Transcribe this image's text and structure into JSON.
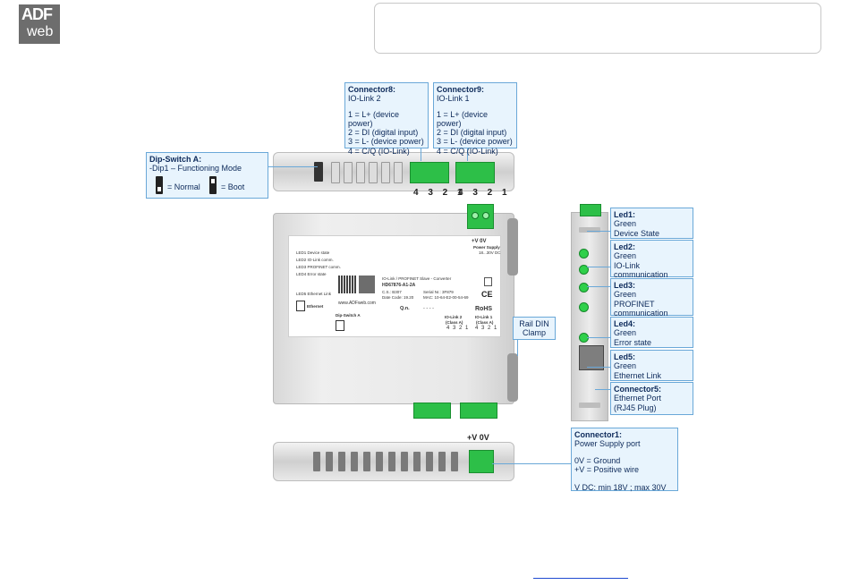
{
  "logo": {
    "line1": "ADF",
    "line2": "web"
  },
  "connector8": {
    "title": "Connector8:",
    "subtitle": "IO-Link 2",
    "lines": [
      "1 = L+ (device power)",
      "2 = DI (digital input)",
      "3 = L- (device power)",
      "4 = C/Q (IO-Link)"
    ]
  },
  "connector9": {
    "title": "Connector9:",
    "subtitle": "IO-Link 1",
    "lines": [
      "1 = L+ (device power)",
      "2 = DI (digital input)",
      "3 = L- (device power)",
      "4 = C/Q (IO-Link)"
    ]
  },
  "dipswitch": {
    "title": "Dip-Switch A:",
    "line": "-Dip1 – Functioning Mode",
    "normal": "= Normal",
    "boot": "= Boot"
  },
  "top_pins": "4 3 2 1",
  "rail": {
    "line1": "Rail DIN",
    "line2": "Clamp"
  },
  "led1": {
    "title": "Led1:",
    "l1": "Green",
    "l2": "Device State"
  },
  "led2": {
    "title": "Led2:",
    "l1": "Green",
    "l2": "IO-Link",
    "l3": "communication"
  },
  "led3": {
    "title": "Led3:",
    "l1": "Green",
    "l2": "PROFINET",
    "l3": "communication"
  },
  "led4": {
    "title": "Led4:",
    "l1": "Green",
    "l2": "Error state"
  },
  "led5": {
    "title": "Led5:",
    "l1": "Green",
    "l2": "Ethernet Link"
  },
  "connector5": {
    "title": "Connector5:",
    "l1": "Ethernet Port",
    "l2": "(RJ45 Plug)"
  },
  "connector1": {
    "title": "Connector1:",
    "subtitle": "Power Supply port",
    "l1": "0V = Ground",
    "l2": "+V = Positive wire",
    "l3": "V DC: min 18V ; max 30V"
  },
  "power_label": "+V 0V",
  "device": {
    "power_title": "+V   0V",
    "power_sub": "Power Supply",
    "power_range": "18...30V DC",
    "led_labels": [
      "LED1 Device state",
      "LED2 IO-Link comm.",
      "LED3 PROFINET comm.",
      "LED4 Error state",
      "LED5 Ethernet Link"
    ],
    "ethernet": "Ethernet",
    "product": "IO-Link / PROFINET Slave - Converter",
    "code": "HD67876-A1-2A",
    "cs": "C.S.: B307",
    "datecode": "Date Code: 19.20",
    "serial": "Serial Nr.: 3F879",
    "mac": "MAC: 10-64-E2-00-54-69",
    "website": "www.ADFweb.com",
    "qn": "Q.n.",
    "qn_val": "- - - -",
    "rohs": "RoHS",
    "dip_label": "Dip-Switch A",
    "io2": "IO-Link 2",
    "io2_cls": "(Class A)",
    "io1": "IO-Link 1",
    "io1_cls": "(Class A)",
    "pins": "4 3 2 1"
  },
  "colors": {
    "callout_bg": "#e8f4fd",
    "callout_border": "#6aa8d8",
    "terminal": "#2dbf48",
    "led": "#2fd04a"
  }
}
